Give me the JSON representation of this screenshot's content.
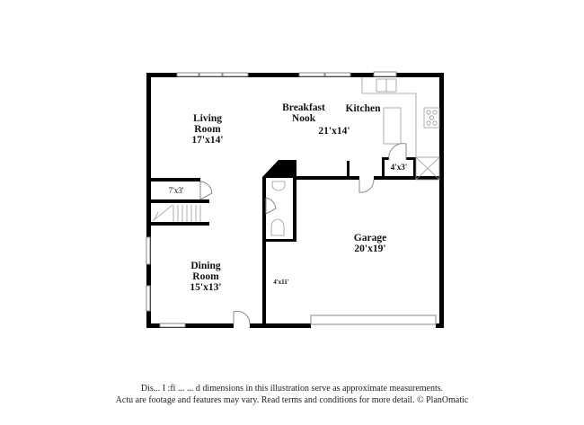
{
  "floorplan": {
    "rooms": [
      {
        "id": "living",
        "name_line1": "Living",
        "name_line2": "Room",
        "dimensions": "17'x14'"
      },
      {
        "id": "nook",
        "name_line1": "Breakfast",
        "name_line2": "Nook",
        "dimensions": ""
      },
      {
        "id": "kitchen",
        "name_line1": "Kitchen",
        "name_line2": "",
        "dimensions": "21'x14'"
      },
      {
        "id": "pantry",
        "name_line1": "",
        "name_line2": "",
        "dimensions": "4'x3'"
      },
      {
        "id": "closet",
        "name_line1": "",
        "name_line2": "",
        "dimensions": "7'x3'"
      },
      {
        "id": "dining",
        "name_line1": "Dining",
        "name_line2": "Room",
        "dimensions": "15'x13'"
      },
      {
        "id": "hall",
        "name_line1": "",
        "name_line2": "",
        "dimensions": "4'x11'"
      },
      {
        "id": "garage",
        "name_line1": "Garage",
        "name_line2": "",
        "dimensions": "20'x19'"
      }
    ]
  },
  "disclaimer": {
    "line1": "Dis...    I :fi  ...      ...   d dimensions in this illustration serve as approximate measurements.",
    "line2": "Actu      are footage and features may vary. Read terms and conditions for more detail. © PlanOmatic"
  },
  "colors": {
    "wall": "#000000",
    "window": "#9a9a9a",
    "fixture": "#888888",
    "background": "#ffffff"
  }
}
